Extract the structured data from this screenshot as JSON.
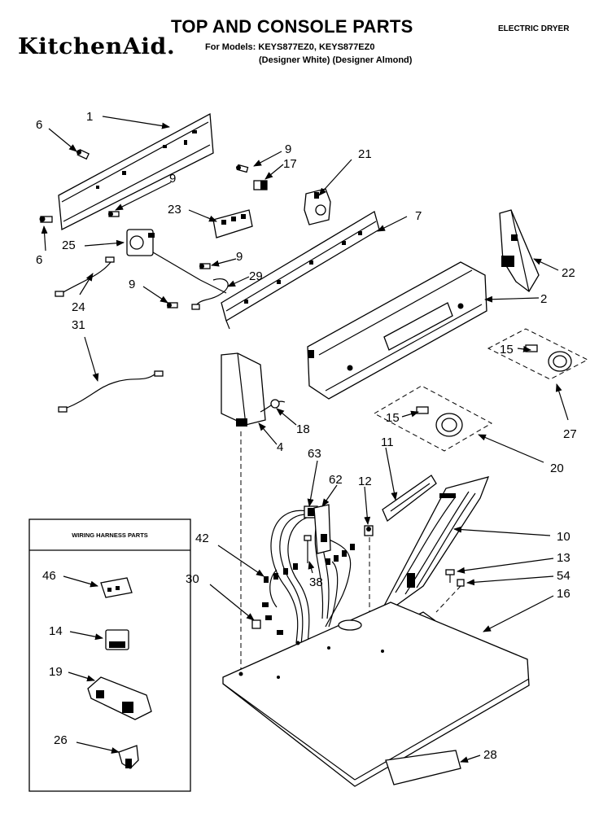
{
  "header": {
    "title": "TOP AND CONSOLE PARTS",
    "brand": "KitchenAid.",
    "models_line": "For Models: KEYS877EZ0, KEYS877EZ0",
    "variants_line": "(Designer White) (Designer Almond)",
    "product_type": "ELECTRIC DRYER"
  },
  "inset": {
    "title": "WIRING HARNESS PARTS"
  },
  "callouts": {
    "c1": "1",
    "c2": "2",
    "c4": "4",
    "c6a": "6",
    "c6b": "6",
    "c7": "7",
    "c9a": "9",
    "c9b": "9",
    "c9c": "9",
    "c9d": "9",
    "c10": "10",
    "c11": "11",
    "c12": "12",
    "c13": "13",
    "c14": "14",
    "c15a": "15",
    "c15b": "15",
    "c16": "16",
    "c17": "17",
    "c18": "18",
    "c19": "19",
    "c20": "20",
    "c21": "21",
    "c22": "22",
    "c23": "23",
    "c24": "24",
    "c25": "25",
    "c26": "26",
    "c27": "27",
    "c28": "28",
    "c29": "29",
    "c30": "30",
    "c31": "31",
    "c38": "38",
    "c42": "42",
    "c46": "46",
    "c54": "54",
    "c62": "62",
    "c63": "63"
  }
}
